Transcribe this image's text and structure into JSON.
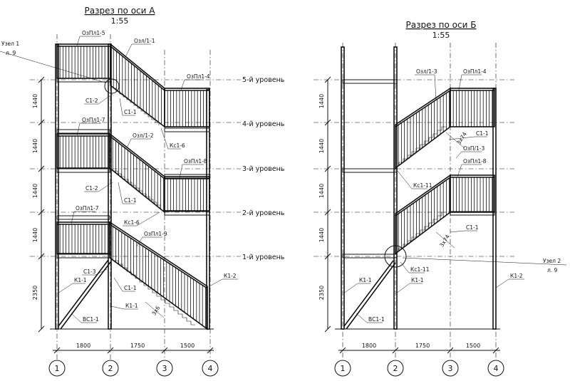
{
  "sections": [
    {
      "title": "Разрез по оси А",
      "scale": "1:55",
      "marks": {
        "ozpl1_5": "ОзПл1-5",
        "ozl1_1": "Озл/1-1",
        "ozpl1_4": "ОзПл1-4",
        "c1_2a": "С1-2",
        "c1_1a": "С1-1",
        "ozpl1_7a": "ОзПл1-7",
        "ozl1_2": "Озл/1-2",
        "kc1_6a": "Кс1-6",
        "ozpl1_8": "ОзПл1-8",
        "c1_2b": "С1-2",
        "c1_1b": "С1-1",
        "kc1_6b": "Кс1-6",
        "ozpl1_7b": "ОзПл1-7",
        "ozpl1_9": "ОзПл1-9",
        "c1_3": "С1-3",
        "k1_1a": "К1-1",
        "c1_1c": "С1-1",
        "k1_1b": "К1-1",
        "bc1_1": "ВС1-1",
        "k1_2": "К1-2",
        "steps": "3х6"
      },
      "node": {
        "label": "Узел 1",
        "sheet": "л. 9"
      },
      "levels": [
        "5-й уровень",
        "4-й уровень",
        "3-й уровень",
        "2-й уровень",
        "1-й уровень"
      ],
      "vertical_dims": [
        "1440",
        "1440",
        "1440",
        "1440",
        "2350"
      ],
      "horizontal_dims": [
        "1800",
        "1750",
        "1500"
      ],
      "axes": [
        "1",
        "2",
        "3",
        "4"
      ]
    },
    {
      "title": "Разрез по оси Б",
      "scale": "1:55",
      "marks": {
        "ozl1_3a": "Озл/1-3",
        "ozpl1_4": "ОзПл1-4",
        "c1_1a": "С1-1",
        "ozl1_3b": "ОзП/1-3",
        "ozpl1_8": "ОзПл1-8",
        "kc1_11a": "Кс1-11",
        "c1_1b": "С1-1",
        "kc1_11b": "Кс1-11",
        "k1_1a": "К1-1",
        "k1_1b": "К1-1",
        "bc1_1": "ВС1-1",
        "k1_2": "К1-2",
        "steps_a": "3х74",
        "steps_b": "3х74"
      },
      "node": {
        "label": "Узел 2",
        "sheet": "л. 9"
      },
      "vertical_dims": [
        "1440",
        "1440",
        "1440",
        "1440",
        "2350"
      ],
      "horizontal_dims": [
        "1800",
        "1750",
        "1500"
      ],
      "axes": [
        "1",
        "2",
        "3",
        "4"
      ]
    }
  ]
}
